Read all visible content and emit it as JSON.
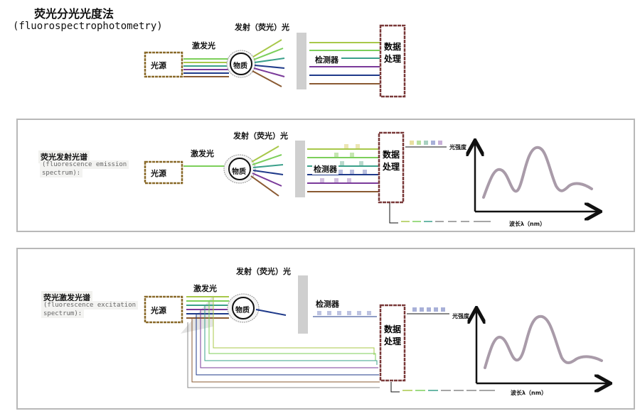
{
  "title": "荧光分光光度法",
  "subtitle": "(fluorospectrophotometry)",
  "labels": {
    "light_source": "光源",
    "excitation_light": "激发光",
    "sample": "物质",
    "emission": "发射（荧光）光",
    "detector": "检测器",
    "data_processing": "数据处理",
    "intensity": "光强度",
    "wavelength": "波长λ（nm）"
  },
  "panels": {
    "emission": {
      "title": "荧光发射光谱",
      "subtitle_line1": "(fluorescence emission",
      "subtitle_line2": "spectrum):"
    },
    "excitation": {
      "title": "荧光激发光谱",
      "subtitle_line1": "(fluorescence excitation",
      "subtitle_line2": "spectrum):"
    }
  },
  "colors": {
    "green": "#7ccf5a",
    "lime": "#a8c84a",
    "teal": "#3aa08a",
    "purple": "#7a3a9a",
    "navy": "#1f3a8a",
    "brown": "#8a5a32",
    "source_border": "#8a6a2a",
    "box_border": "#7a3a3a",
    "gray_filter": "#cfcfcf",
    "curve": "#9a8a9a",
    "panel_border": "#b8b8b8"
  }
}
